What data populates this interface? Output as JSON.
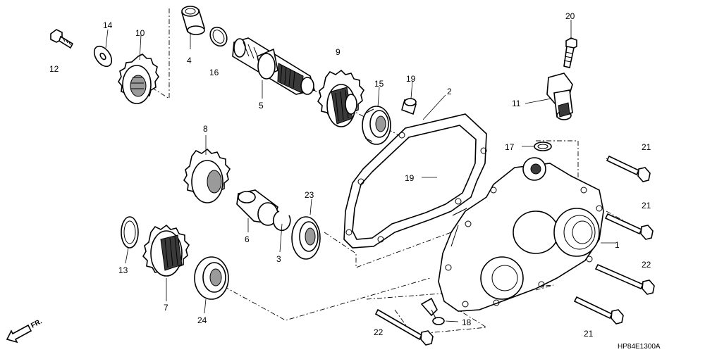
{
  "figure_code": "HP84E1300A",
  "direction_label": "FR.",
  "callouts": {
    "c1": "1",
    "c2": "2",
    "c3": "3",
    "c4": "4",
    "c5": "5",
    "c6": "6",
    "c7": "7",
    "c8": "8",
    "c9": "9",
    "c10": "10",
    "c11": "11",
    "c12": "12",
    "c13": "13",
    "c14": "14",
    "c15": "15",
    "c16": "16",
    "c17": "17",
    "c18": "18",
    "c19": "19",
    "c20": "20",
    "c21": "21",
    "c22": "22",
    "c23": "23",
    "c24": "24"
  }
}
